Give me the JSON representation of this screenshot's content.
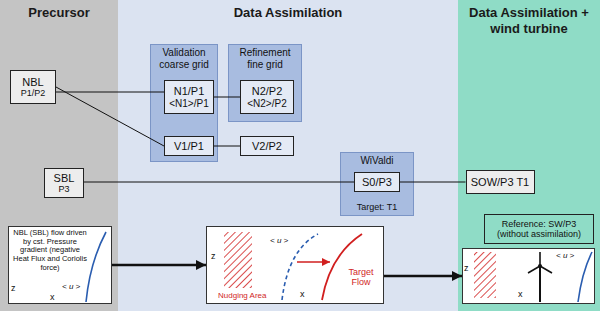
{
  "diagram": {
    "nodes": [
      {
        "text": [
          "Precursor"
        ]
      },
      {
        "text": [
          "NBL",
          "P1/P2"
        ],
        "in": 0
      },
      {
        "text": [
          "SBL",
          "P3"
        ],
        "in": 0
      },
      {
        "text": [
          "NBL (SBL) flow driven by cst. Pressure gradient (negative Heat Flux and Coriolis force)",
          "< u >"
        ],
        "in": 0
      },
      {
        "text": [
          "Data Assimilation"
        ]
      },
      {
        "text": [
          "Validation coarse grid"
        ],
        "in": 4
      },
      {
        "text": [
          "N1/P1",
          "<N1>/P1"
        ],
        "in": 5
      },
      {
        "text": [
          "V1/P1"
        ],
        "in": 5
      },
      {
        "text": [
          "Refinement fine grid"
        ],
        "in": 4
      },
      {
        "text": [
          "N2/P2",
          "<N2>/P2"
        ],
        "in": 8
      },
      {
        "text": [
          "V2/P2"
        ],
        "in": 4
      },
      {
        "text": [
          "WiValdi",
          "Target: T1"
        ],
        "in": 4
      },
      {
        "text": [
          "S0/P3"
        ],
        "in": 11
      },
      {
        "text": [
          "< u >",
          "Target Flow",
          "Nudging Area"
        ],
        "in": 4
      },
      {
        "text": [
          "Data Assimilation + wind turbine"
        ]
      },
      {
        "text": [
          "SOW/P3 T1"
        ],
        "in": 14
      },
      {
        "text": [
          "Reference: SW/P3 (without assimilation)"
        ],
        "in": 14
      },
      {
        "text": [
          "< u >"
        ],
        "in": 14
      }
    ],
    "edges": [
      {
        "from": 1,
        "to": 6,
        "arrow": "none"
      },
      {
        "from": 1,
        "to": 7,
        "arrow": "none"
      },
      {
        "from": 6,
        "to": 9,
        "arrow": "none"
      },
      {
        "from": 7,
        "to": 10,
        "arrow": "none"
      },
      {
        "from": 2,
        "to": 12,
        "arrow": "none"
      },
      {
        "from": 12,
        "to": 15,
        "arrow": "none"
      },
      {
        "from": 3,
        "to": 13,
        "arrow": "to"
      },
      {
        "from": 13,
        "to": 17,
        "arrow": "to"
      }
    ],
    "labels": [
      "z",
      "x",
      "z",
      "x",
      "z",
      "x"
    ]
  }
}
